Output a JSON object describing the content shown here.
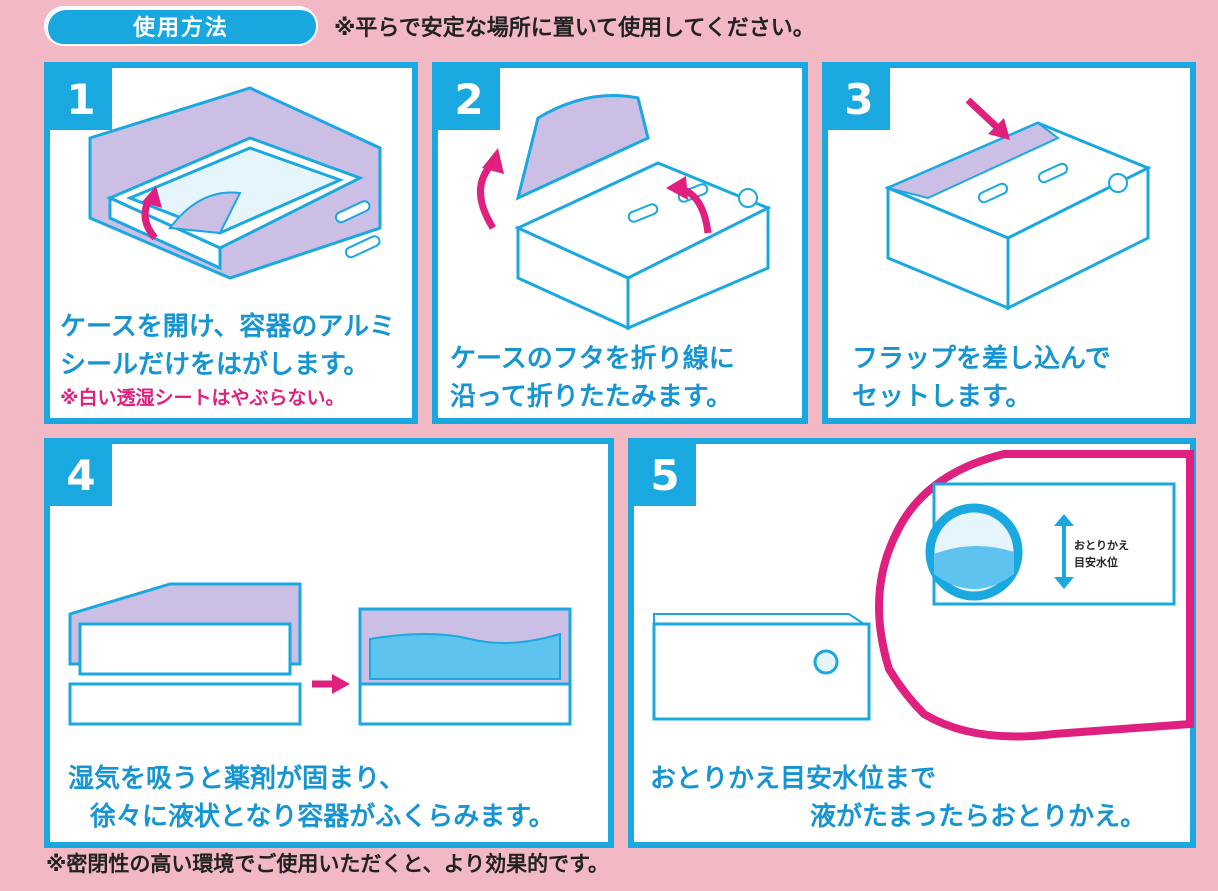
{
  "header": {
    "title": "使用方法",
    "note": "※平らで安定な場所に置いて使用してください。"
  },
  "steps": [
    {
      "num": "1",
      "line1": "ケースを開け、容器のアルミ",
      "line2": "シールだけをはがします。",
      "note": "※白い透湿シートはやぶらない。"
    },
    {
      "num": "2",
      "line1": "ケースのフタを折り線に",
      "line2": "沿って折りたたみます。"
    },
    {
      "num": "3",
      "line1": "フラップを差し込んで",
      "line2": "セットします。"
    },
    {
      "num": "4",
      "line1": "湿気を吸うと薬剤が固まり、",
      "line2": "徐々に液状となり容器がふくらみます。"
    },
    {
      "num": "5",
      "line1": "おとりかえ目安水位まで",
      "line2": "液がたまったらおとりかえ。",
      "gauge_label_1": "おとりかえ",
      "gauge_label_2": "目安水位"
    }
  ],
  "footer": "※密閉性の高い環境でご使用いただくと、より効果的です。",
  "colors": {
    "background": "#f2b8c4",
    "accent_blue": "#1aa8e1",
    "accent_pink": "#e0207e",
    "lavender": "#cbbfe6"
  }
}
